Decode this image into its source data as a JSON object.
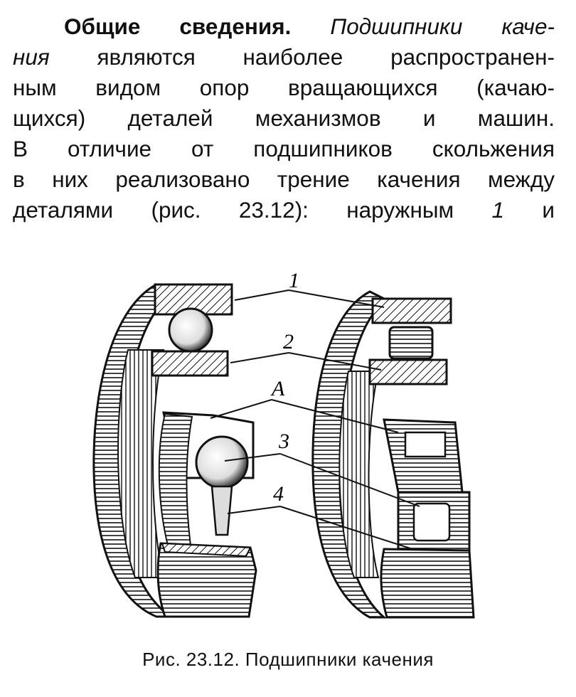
{
  "paragraph": {
    "line1_bold": "Общие сведения.",
    "line1_italic": "Подшипники каче-",
    "line2_italic": "ния",
    "line2_rest": "являются наиболее распространен-",
    "line3": "ным видом опор вращающихся (качаю-",
    "line4": "щихся) деталей механизмов и машин.",
    "line5": "В отличие от подшипников скольжения",
    "line6": "в них реализовано трение качения между",
    "line7_text": "деталями (рис. 23.12): наружным",
    "line7_num": "1",
    "line7_end": "и"
  },
  "figure": {
    "labels": [
      "1",
      "2",
      "A",
      "3",
      "4"
    ]
  },
  "caption": "Рис. 23.12. Подшипники качения"
}
